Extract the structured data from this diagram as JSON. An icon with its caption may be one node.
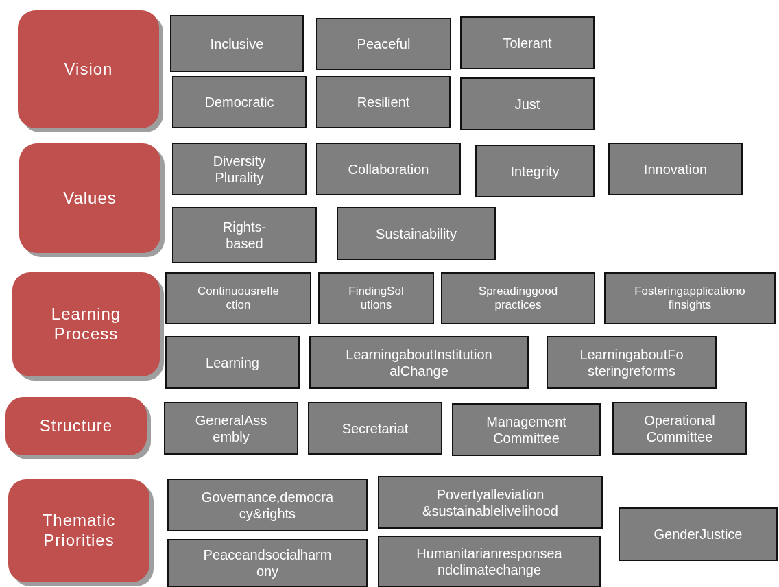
{
  "diagram": {
    "nodes": [
      {
        "text": [
          "Vision"
        ]
      },
      {
        "text": [
          "Inclusive"
        ]
      },
      {
        "text": [
          "Peaceful"
        ]
      },
      {
        "text": [
          "Tolerant"
        ]
      },
      {
        "text": [
          "Democratic"
        ]
      },
      {
        "text": [
          "Resilient"
        ]
      },
      {
        "text": [
          "Just"
        ]
      },
      {
        "text": [
          "Values"
        ]
      },
      {
        "text": [
          "Diversity Plurality"
        ]
      },
      {
        "text": [
          "Collaboration"
        ]
      },
      {
        "text": [
          "Integrity"
        ]
      },
      {
        "text": [
          "Innovation"
        ]
      },
      {
        "text": [
          "Rights-based"
        ]
      },
      {
        "text": [
          "Sustainability"
        ]
      },
      {
        "text": [
          "Learning Process"
        ]
      },
      {
        "text": [
          "Continuousrefle ction"
        ]
      },
      {
        "text": [
          "FindingSol utions"
        ]
      },
      {
        "text": [
          "Spreadinggood practices"
        ]
      },
      {
        "text": [
          "Fosteringapplicationo finsights"
        ]
      },
      {
        "text": [
          "Learning"
        ]
      },
      {
        "text": [
          "LearningaboutInstitution alChange"
        ]
      },
      {
        "text": [
          "LearningaboutFo steringreforms"
        ]
      },
      {
        "text": [
          "Structure"
        ]
      },
      {
        "text": [
          "GeneralAss embly"
        ]
      },
      {
        "text": [
          "Secretariat"
        ]
      },
      {
        "text": [
          "Management Committee"
        ]
      },
      {
        "text": [
          "Operational Committee"
        ]
      },
      {
        "text": [
          "Thematic Priorities"
        ]
      },
      {
        "text": [
          "Governance,democra cy&rights"
        ]
      },
      {
        "text": [
          "Povertyalleviation &sustainablelivelihood"
        ]
      },
      {
        "text": [
          "GenderJustice"
        ]
      },
      {
        "text": [
          "Peaceandsocialharm ony"
        ]
      },
      {
        "text": [
          "Humanitarianresponsea ndclimatechange"
        ]
      }
    ]
  }
}
